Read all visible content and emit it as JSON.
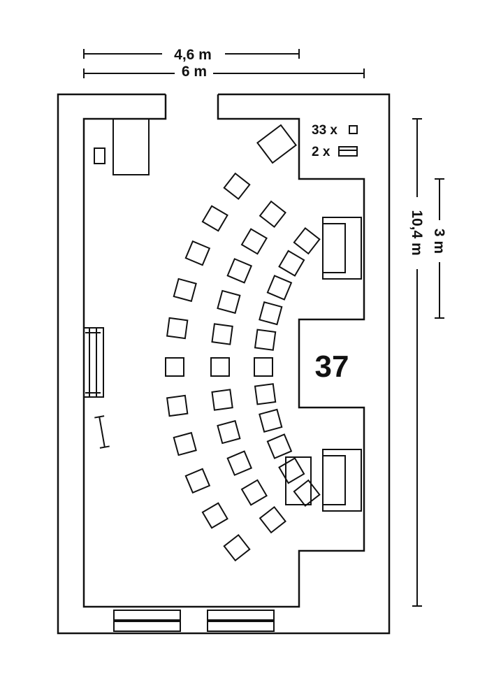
{
  "dimensions": {
    "width_inner": "4,6 m",
    "width_total": "6 m",
    "length_total": "10,4 m",
    "protrusion_length": "3 m"
  },
  "room_number": "37",
  "legend": {
    "chair_count": "33 x",
    "table_count": "2 x"
  },
  "seating": {
    "rows": [
      11,
      11,
      11
    ]
  }
}
